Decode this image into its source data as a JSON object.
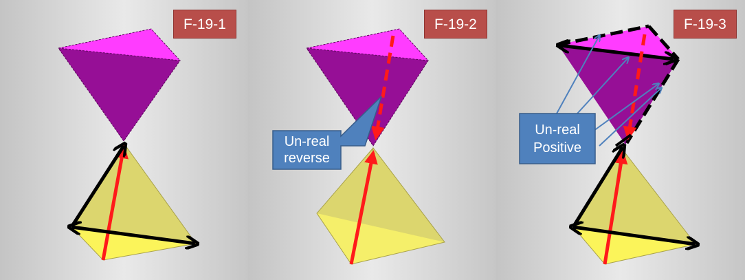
{
  "panels": [
    {
      "tag": "F-19-1"
    },
    {
      "tag": "F-19-2",
      "callout": {
        "line1": "Un-real",
        "line2": "reverse"
      }
    },
    {
      "tag": "F-19-3",
      "callout": {
        "line1": "Un-real",
        "line2": "Positive"
      }
    }
  ],
  "colors": {
    "tag_bg": "#b84e4a",
    "callout_bg": "#4f81bd",
    "top_pyramid": "#8e0f8e",
    "top_face": "#ff33ff",
    "bottom_pyramid": "#e6e07a",
    "bottom_face": "#fbf560",
    "vector_red": "#ff1a1a",
    "vector_black": "#000000"
  }
}
